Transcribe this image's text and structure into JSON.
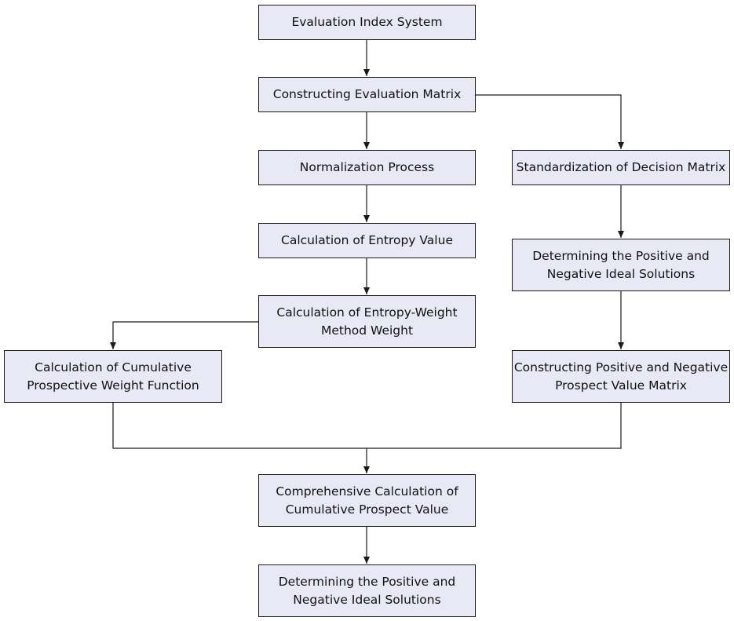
{
  "diagram": {
    "nodes": {
      "evaluation_index_system": {
        "line1": "Evaluation Index System"
      },
      "constructing_evaluation_matrix": {
        "line1": "Constructing Evaluation Matrix"
      },
      "normalization_process": {
        "line1": "Normalization Process"
      },
      "calculation_entropy_value": {
        "line1": "Calculation of Entropy Value"
      },
      "entropy_weight_method": {
        "line1": "Calculation of Entropy-Weight",
        "line2": "Method Weight"
      },
      "cumulative_weight_function": {
        "line1": "Calculation of Cumulative",
        "line2": "Prospective Weight Function"
      },
      "standardization_decision_matrix": {
        "line1": "Standardization of Decision Matrix"
      },
      "ideal_solutions_right": {
        "line1": "Determining the Positive and",
        "line2": "Negative Ideal Solutions"
      },
      "prospect_value_matrix": {
        "line1": "Constructing Positive and Negative",
        "line2": "Prospect Value Matrix"
      },
      "comprehensive_calculation": {
        "line1": "Comprehensive Calculation of",
        "line2": "Cumulative Prospect Value"
      },
      "ideal_solutions_bottom": {
        "line1": "Determining the Positive and",
        "line2": "Negative Ideal Solutions"
      }
    },
    "edges": [
      {
        "from": "evaluation_index_system",
        "to": "constructing_evaluation_matrix"
      },
      {
        "from": "constructing_evaluation_matrix",
        "to": "normalization_process"
      },
      {
        "from": "constructing_evaluation_matrix",
        "to": "standardization_decision_matrix"
      },
      {
        "from": "normalization_process",
        "to": "calculation_entropy_value"
      },
      {
        "from": "calculation_entropy_value",
        "to": "entropy_weight_method"
      },
      {
        "from": "entropy_weight_method",
        "to": "cumulative_weight_function"
      },
      {
        "from": "standardization_decision_matrix",
        "to": "ideal_solutions_right"
      },
      {
        "from": "ideal_solutions_right",
        "to": "prospect_value_matrix"
      },
      {
        "from": "cumulative_weight_function",
        "to": "comprehensive_calculation"
      },
      {
        "from": "prospect_value_matrix",
        "to": "comprehensive_calculation"
      },
      {
        "from": "comprehensive_calculation",
        "to": "ideal_solutions_bottom"
      }
    ],
    "colors": {
      "box_fill": "#e9e9f5",
      "box_border": "#1a1a1a",
      "line": "#1a1a1a"
    }
  }
}
